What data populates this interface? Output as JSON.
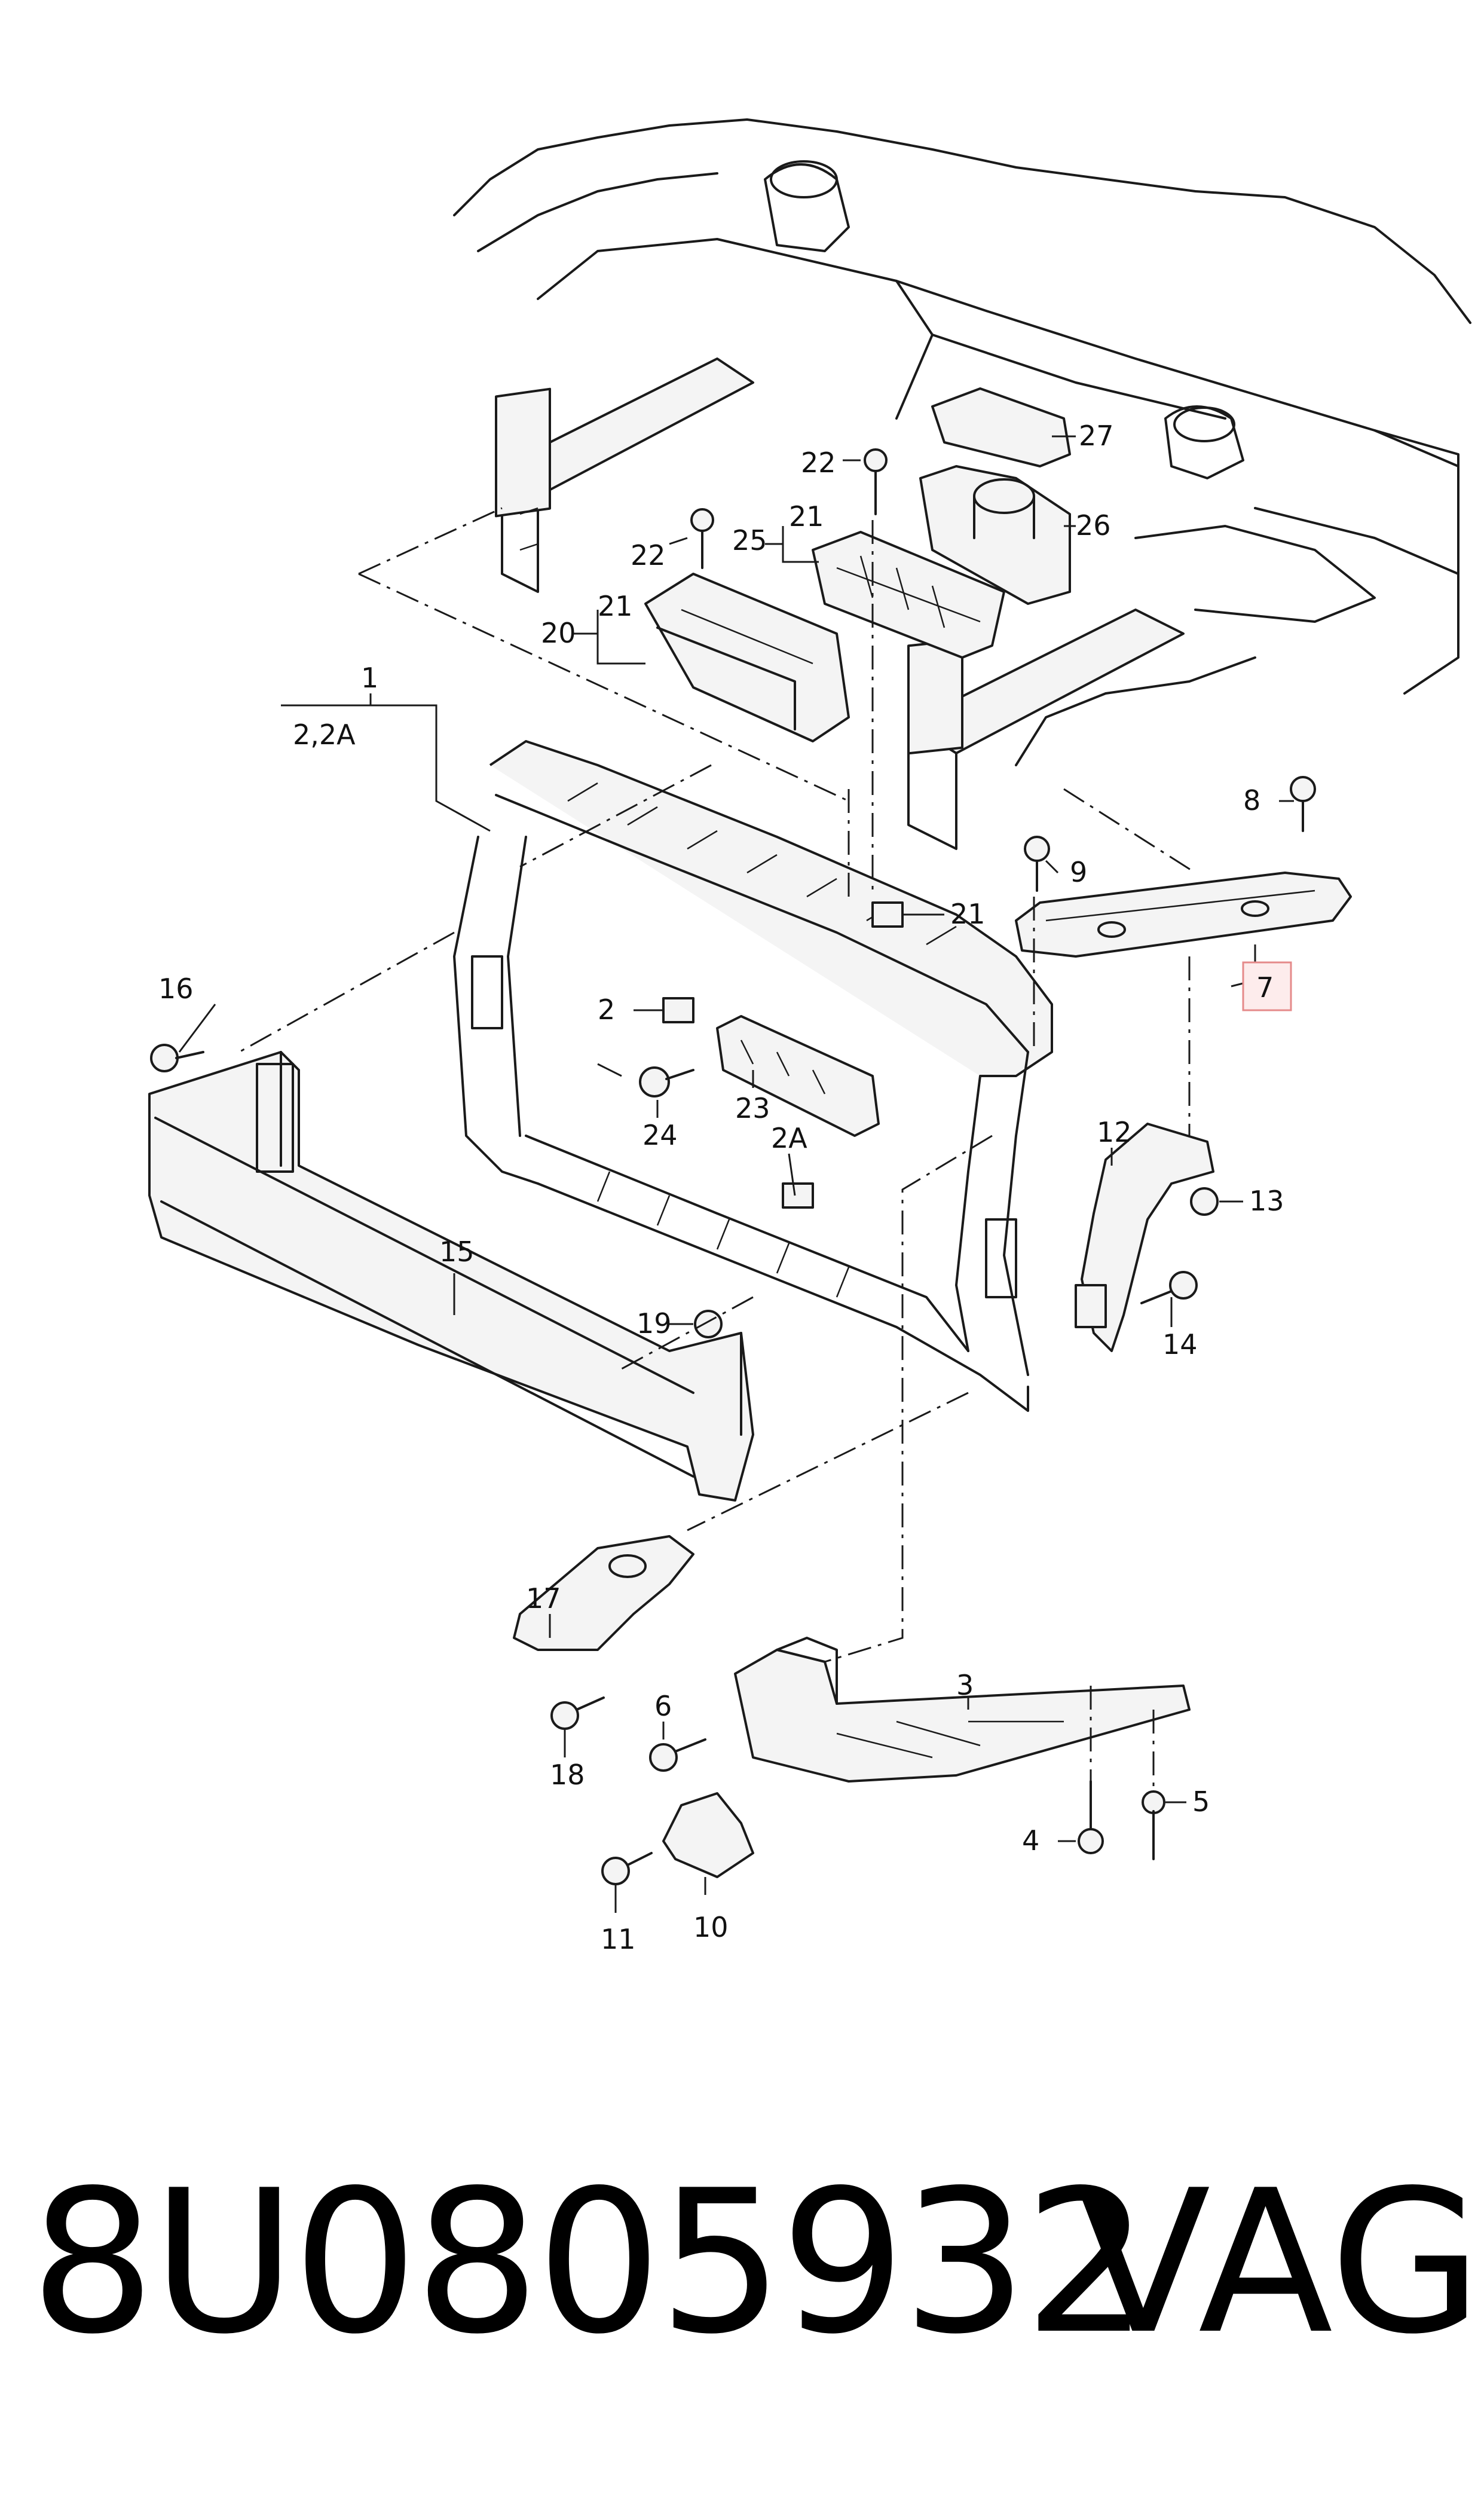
{
  "callouts": {
    "c1": "1",
    "c2_2a": "2,2A",
    "c2": "2",
    "c2a": "2A",
    "c3": "3",
    "c4": "4",
    "c5": "5",
    "c6": "6",
    "c7": "7",
    "c8": "8",
    "c9": "9",
    "c10": "10",
    "c11": "11",
    "c12": "12",
    "c13": "13",
    "c14": "14",
    "c15": "15",
    "c16": "16",
    "c17": "17",
    "c18": "18",
    "c19": "19",
    "c20": "20",
    "c21a": "21",
    "c21b": "21",
    "c21c": "21",
    "c22a": "22",
    "c22b": "22",
    "c23": "23",
    "c24": "24",
    "c25": "25",
    "c26": "26",
    "c27": "27"
  },
  "highlighted_part": "7",
  "highlight_color": "#e58a8a",
  "footer": {
    "part_number": "8U0805932",
    "brand": "VAG"
  }
}
